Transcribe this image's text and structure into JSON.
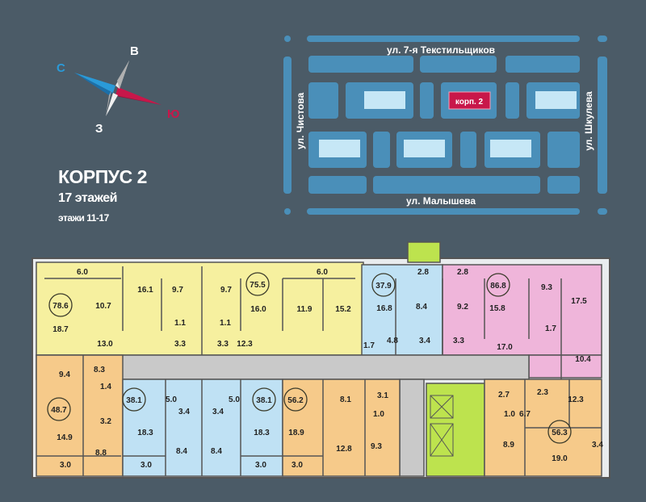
{
  "building": {
    "title": "КОРПУС 2",
    "floors_total": "17 этажей",
    "floors_range": "этажи 11-17"
  },
  "compass": {
    "north": "С",
    "east": "В",
    "south": "Ю",
    "west": "З",
    "north_color": "#2a9ad8",
    "south_color": "#c8174a"
  },
  "map": {
    "streets": {
      "top": "ул. 7-я Текстильщиков",
      "bottom": "ул. Малышева",
      "left": "ул. Чистова",
      "right": "ул. Шкулева"
    },
    "highlight_label": "корп. 2",
    "block_color": "#4a8fb9",
    "building_color": "#c6e7f6",
    "highlight_color": "#c8174a"
  },
  "plan": {
    "colors": {
      "yellow": "#f6f09f",
      "blue": "#bfe1f4",
      "pink": "#efb5da",
      "orange": "#f6ca8a",
      "corridor": "#c9c9c9",
      "green": "#bde34e"
    },
    "apartments": [
      "78.6",
      "75.5",
      "37.9",
      "86.8",
      "48.7",
      "38.1",
      "38.1",
      "56.2",
      "56.3"
    ],
    "rooms": [
      "6.0",
      "10.7",
      "18.7",
      "13.0",
      "16.1",
      "9.7",
      "9.7",
      "16.0",
      "11.9",
      "15.2",
      "6.0",
      "1.1",
      "1.1",
      "3.3",
      "3.3",
      "12.3",
      "16.8",
      "8.4",
      "2.8",
      "1.7",
      "4.8",
      "3.4",
      "2.8",
      "9.2",
      "3.3",
      "15.8",
      "9.3",
      "17.5",
      "1.7",
      "17.0",
      "10.4",
      "9.4",
      "8.3",
      "1.4",
      "3.2",
      "14.9",
      "8.8",
      "3.0",
      "5.0",
      "3.4",
      "18.3",
      "8.4",
      "3.0",
      "3.4",
      "5.0",
      "18.3",
      "8.4",
      "3.0",
      "8.1",
      "18.9",
      "12.8",
      "3.0",
      "3.1",
      "1.0",
      "9.3",
      "2.7",
      "2.3",
      "12.3",
      "1.0",
      "6.7",
      "19.0",
      "8.9",
      "3.4"
    ]
  }
}
